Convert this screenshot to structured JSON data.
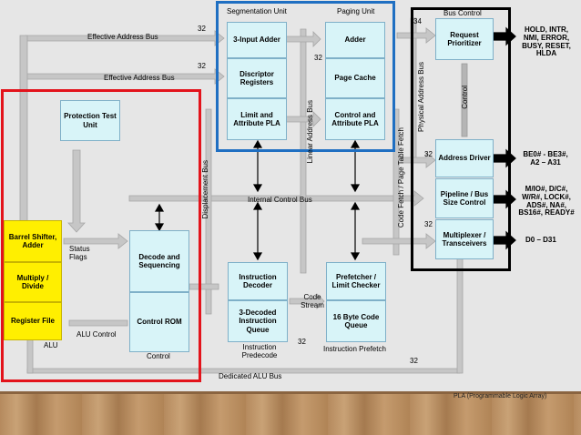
{
  "units": {
    "segmentation": "Segmentation Unit",
    "paging": "Paging Unit",
    "bus_control": "Bus Control",
    "protection": "Protection Test Unit",
    "decode_seq": "Decode and Sequencing",
    "control_rom": "Control ROM",
    "control": "Control",
    "alu": "ALU",
    "instr_decoder": "Instruction Decoder",
    "three_decoded": "3-Decoded Instruction Queue",
    "instr_predecode": "Instruction Predecode",
    "prefetcher": "Prefetcher / Limit Checker",
    "code_queue": "16 Byte Code Queue",
    "instr_prefetch": "Instruction Prefetch",
    "adder3": "3-Input Adder",
    "descriptor": "Discriptor Registers",
    "limit_pla": "Limit and Attribute PLA",
    "adder": "Adder",
    "page_cache": "Page Cache",
    "control_pla": "Control and Attribute PLA",
    "request_prioritizer": "Request Prioritizer",
    "address_driver": "Address Driver",
    "pipeline": "Pipeline / Bus Size Control",
    "multiplexer": "Multiplexer / Transceivers",
    "barrel": "Barrel Shifter, Adder",
    "multiply": "Multiply / Divide",
    "register_file": "Register File"
  },
  "buses": {
    "effective1": "Effective Address Bus",
    "effective2": "Effective Address Bus",
    "internal_control": "Internal Control Bus",
    "displacement": "Displacement Bus",
    "linear": "Linear Address Bus",
    "physical": "Physical Address Bus",
    "code_fetch": "Code Fetch / Page Table Fetch",
    "dedicated_alu": "Dedicated ALU Bus",
    "control_v": "Control",
    "status_flags": "Status Flags",
    "alu_control": "ALU Control",
    "code_stream": "Code Stream"
  },
  "widths": {
    "w1": "32",
    "w2": "32",
    "w3": "32",
    "w4": "32",
    "w5": "32",
    "w6": "34",
    "w7": "32",
    "w8": "32"
  },
  "signals": {
    "hold": "HOLD, INTR, NMI, ERROR, BUSY, RESET, HLDA",
    "be": "BE0# - BE3#, A2 – A31",
    "mio": "M/IO#, D/C#, W/R#, LOCK#, ADS#, NA#, BS16#, READY#",
    "data": "D0 – D31"
  },
  "footnote": "PLA (Programmable Logic Array)",
  "colors": {
    "red_frame": "#e3131b",
    "blue_frame": "#1f6fc2",
    "black_frame": "#000000",
    "alu_yellow": "#ffef00",
    "box_fill": "#d8f4f8",
    "bus_grey": "#c4c4c4"
  }
}
